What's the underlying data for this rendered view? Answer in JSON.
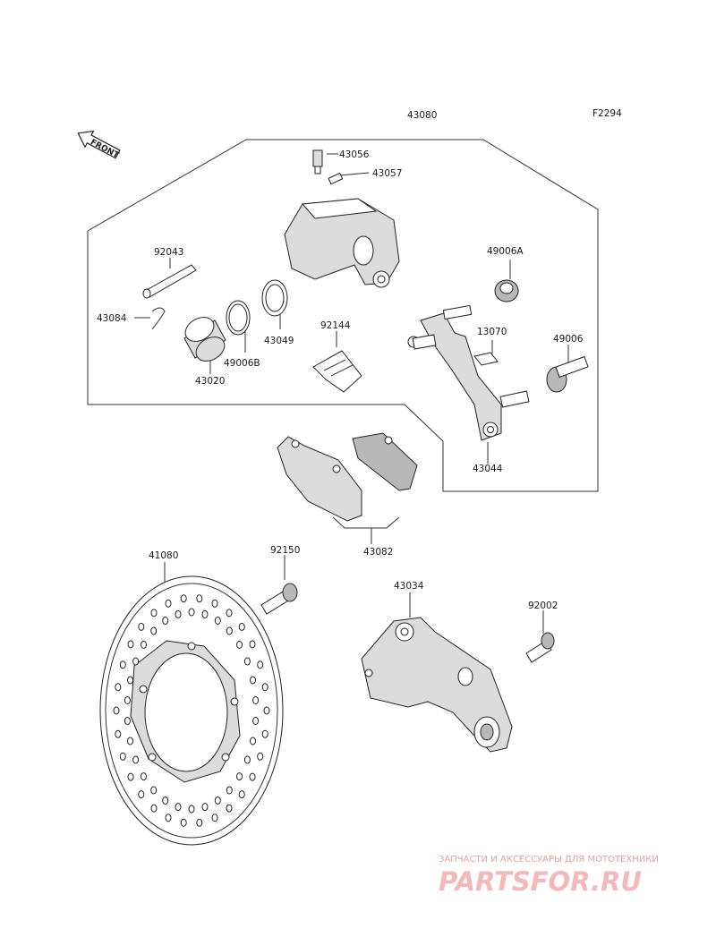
{
  "diagram": {
    "code": "F2294",
    "front_label": "FRONT",
    "parts": [
      "43080",
      "43056",
      "43057",
      "92043",
      "43084",
      "92144",
      "43049",
      "49006B",
      "43020",
      "49006A",
      "13070",
      "49006",
      "43044",
      "43082",
      "41080",
      "92150",
      "43034",
      "92002"
    ]
  },
  "watermark": {
    "tagline": "ЗАПЧАСТИ И АКСЕССУАРЫ ДЛЯ МОТОТЕХНИКИ",
    "brand": "PARTSFOR.RU"
  },
  "colors": {
    "line": "#333333",
    "watermark": "#f3b9b9"
  }
}
